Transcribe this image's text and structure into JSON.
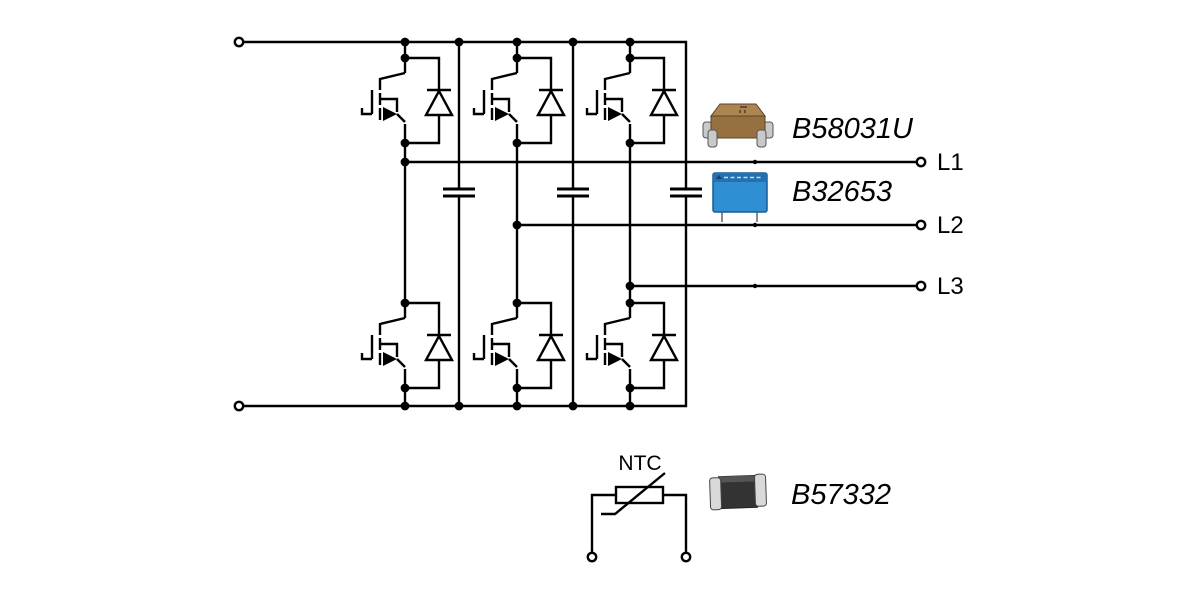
{
  "diagram": {
    "type": "circuit-schematic",
    "description": "Three-phase inverter bridge: six MOSFET switches with antiparallel diodes, three DC-link capacitors, phase outputs, and NTC inrush-current thermistor",
    "phase_labels": {
      "l1": "L1",
      "l2": "L2",
      "l3": "L3"
    },
    "ntc_label": "NTC",
    "parts": [
      {
        "name": "ceralink-capacitor",
        "label": "B58031U"
      },
      {
        "name": "film-capacitor",
        "label": "B32653"
      },
      {
        "name": "ntc-thermistor",
        "label": "B57332"
      }
    ],
    "colors": {
      "line": "#000000",
      "background": "#ffffff",
      "ceralink_top": "#ad8550",
      "ceralink_front": "#96713f",
      "ceralink_outline": "#5a4526",
      "film_cap_body": "#2f8fd2",
      "film_cap_band": "#2371ae",
      "film_cap_outline": "#1a5c94",
      "chip_body": "#333333",
      "chip_sheen": "#555555",
      "chip_terminal": "#d9d9d9"
    }
  }
}
